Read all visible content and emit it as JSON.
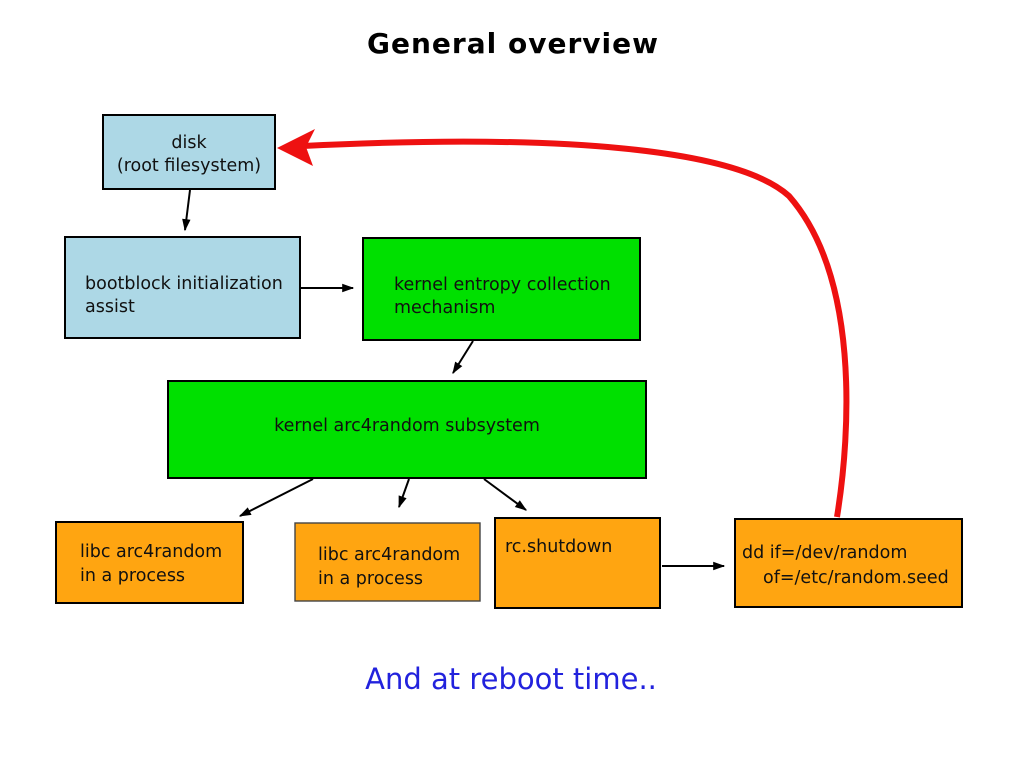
{
  "palette": {
    "page_bg": "#ffffff",
    "box_blue": "#add8e6",
    "box_green": "#00e000",
    "box_orange": "#ffa511",
    "box_border": "#000000",
    "text_color": "#111111",
    "arrow_black": "#000000",
    "arrow_red": "#ee1111",
    "caption_blue": "#2222dd",
    "title_color": "#000000"
  },
  "title": "General overview",
  "caption": "And at reboot time..",
  "nodes": {
    "disk": {
      "lines": [
        "disk",
        "(root filesystem)"
      ]
    },
    "bootblock": {
      "lines": [
        "bootblock initialization",
        "assist"
      ]
    },
    "entropy": {
      "lines": [
        "kernel entropy collection",
        "mechanism"
      ]
    },
    "arc4": {
      "lines": [
        "kernel arc4random subsystem"
      ]
    },
    "libc1": {
      "lines": [
        "libc arc4random",
        "in a process"
      ]
    },
    "libc2": {
      "lines": [
        "libc arc4random",
        "in a process"
      ]
    },
    "rcshutdown": {
      "lines": [
        "rc.shutdown"
      ]
    },
    "dd": {
      "lines": [
        "dd if=/dev/random",
        "of=/etc/random.seed"
      ]
    }
  }
}
